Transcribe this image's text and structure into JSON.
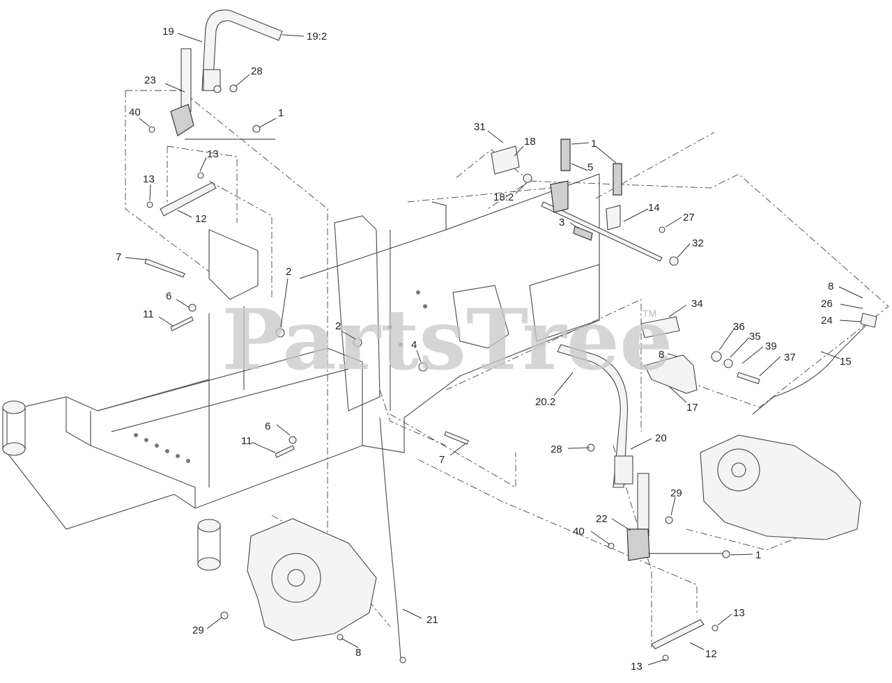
{
  "watermark": {
    "text": "PartsTree",
    "trademark": "TM"
  },
  "labels": [
    {
      "id": "19",
      "text": "19"
    },
    {
      "id": "19-2",
      "text": "19:2"
    },
    {
      "id": "23",
      "text": "23"
    },
    {
      "id": "28a",
      "text": "28"
    },
    {
      "id": "40a",
      "text": "40"
    },
    {
      "id": "1a",
      "text": "1"
    },
    {
      "id": "13a",
      "text": "13"
    },
    {
      "id": "13b",
      "text": "13"
    },
    {
      "id": "12a",
      "text": "12"
    },
    {
      "id": "7a",
      "text": "7"
    },
    {
      "id": "2a",
      "text": "2"
    },
    {
      "id": "6a",
      "text": "6"
    },
    {
      "id": "11a",
      "text": "11"
    },
    {
      "id": "2b",
      "text": "2"
    },
    {
      "id": "4",
      "text": "4"
    },
    {
      "id": "31",
      "text": "31"
    },
    {
      "id": "18",
      "text": "18"
    },
    {
      "id": "18-2",
      "text": "18:2"
    },
    {
      "id": "1b",
      "text": "1"
    },
    {
      "id": "5",
      "text": "5"
    },
    {
      "id": "14",
      "text": "14"
    },
    {
      "id": "3",
      "text": "3"
    },
    {
      "id": "27",
      "text": "27"
    },
    {
      "id": "32",
      "text": "32"
    },
    {
      "id": "8a",
      "text": "8"
    },
    {
      "id": "26",
      "text": "26"
    },
    {
      "id": "24",
      "text": "24"
    },
    {
      "id": "15",
      "text": "15"
    },
    {
      "id": "34",
      "text": "34"
    },
    {
      "id": "36",
      "text": "36"
    },
    {
      "id": "35",
      "text": "35"
    },
    {
      "id": "39",
      "text": "39"
    },
    {
      "id": "37",
      "text": "37"
    },
    {
      "id": "8b",
      "text": "8"
    },
    {
      "id": "17",
      "text": "17"
    },
    {
      "id": "20-2",
      "text": "20.2"
    },
    {
      "id": "6b",
      "text": "6"
    },
    {
      "id": "11b",
      "text": "11"
    },
    {
      "id": "7b",
      "text": "7"
    },
    {
      "id": "28b",
      "text": "28"
    },
    {
      "id": "20",
      "text": "20"
    },
    {
      "id": "29a",
      "text": "29"
    },
    {
      "id": "22",
      "text": "22"
    },
    {
      "id": "40b",
      "text": "40"
    },
    {
      "id": "1c",
      "text": "1"
    },
    {
      "id": "21",
      "text": "21"
    },
    {
      "id": "29b",
      "text": "29"
    },
    {
      "id": "8c",
      "text": "8"
    },
    {
      "id": "13c",
      "text": "13"
    },
    {
      "id": "12b",
      "text": "12"
    },
    {
      "id": "13d",
      "text": "13"
    }
  ]
}
